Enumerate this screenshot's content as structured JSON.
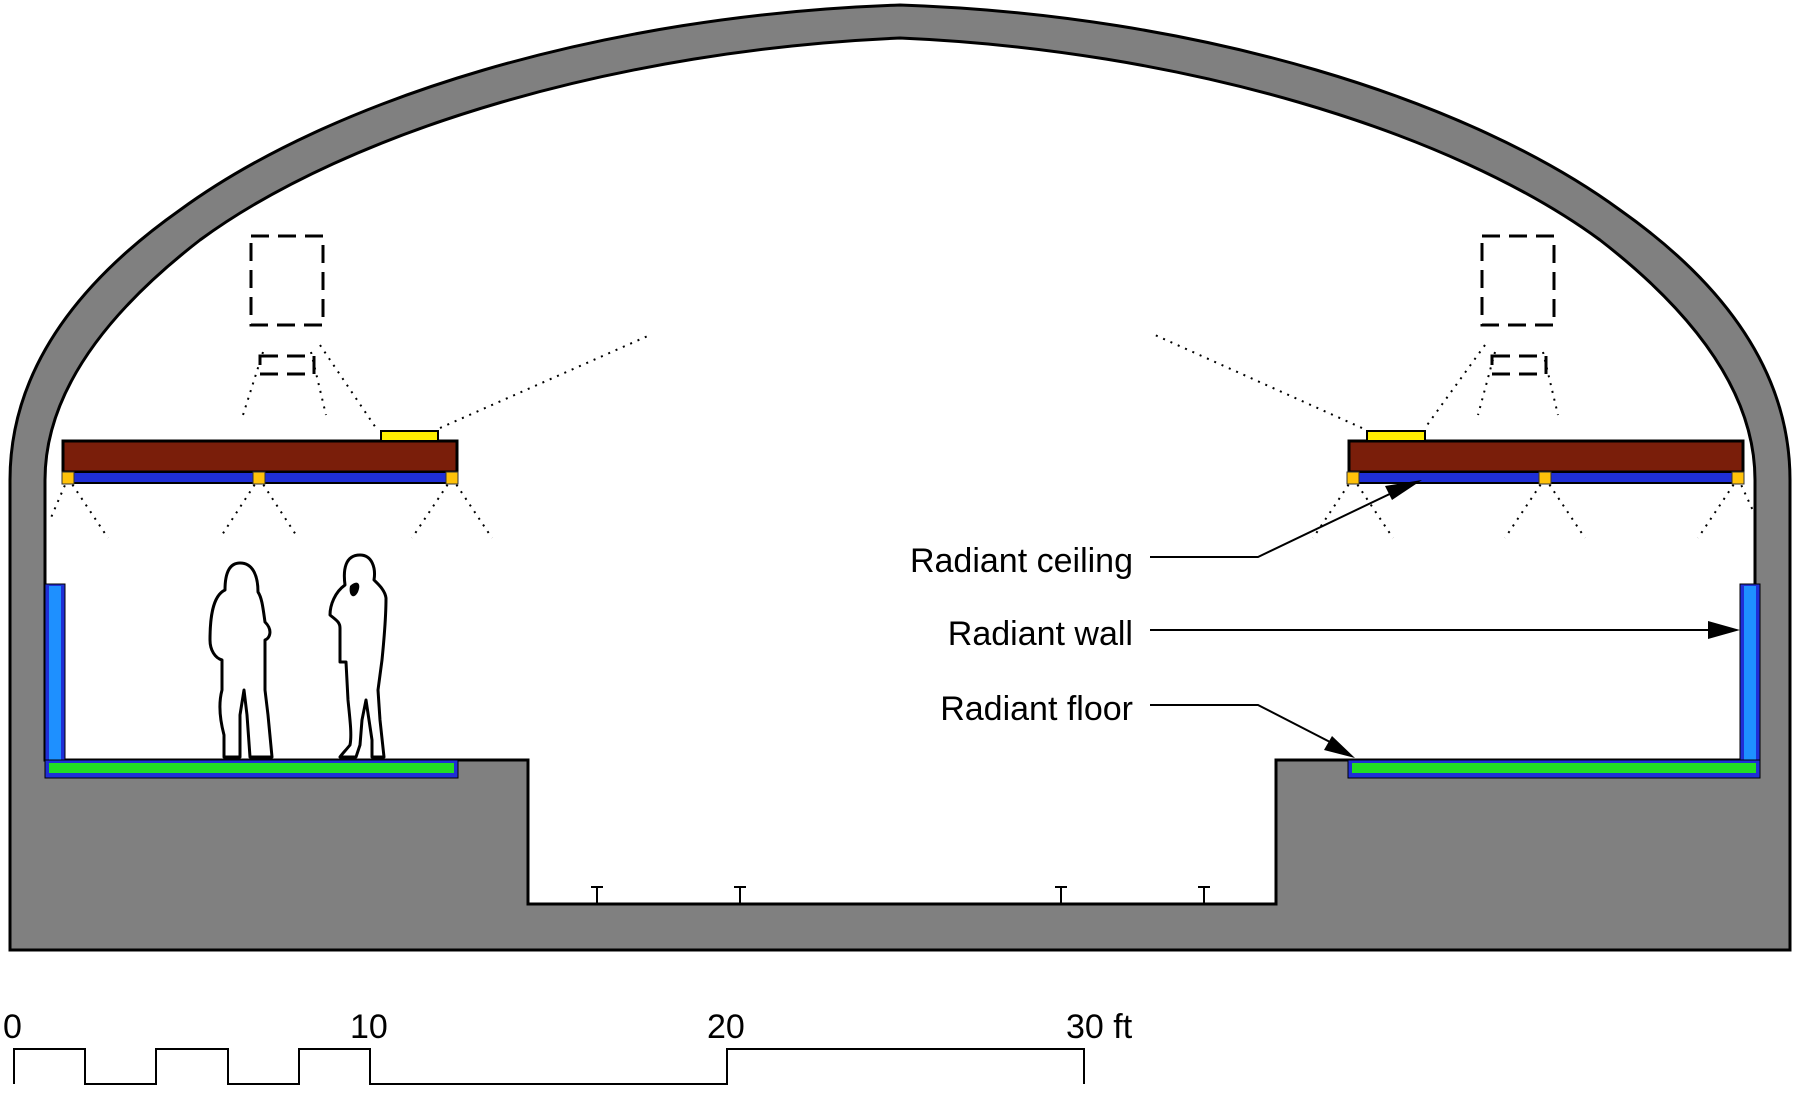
{
  "labels": {
    "radiant_ceiling": "Radiant ceiling",
    "radiant_wall": "Radiant wall",
    "radiant_floor": "Radiant floor"
  },
  "scale_bar": {
    "tick_0": "0",
    "tick_10": "10",
    "tick_20": "20",
    "tick_30": "30 ft"
  },
  "colors": {
    "concrete": "#808080",
    "ceiling_slab": "#7a1e0a",
    "radiant_blue": "#1f2fd6",
    "wall_panel": "#1e90ff",
    "floor_panel": "#22dd22",
    "light_fixture": "#ffee00",
    "node": "#ffc20a"
  }
}
